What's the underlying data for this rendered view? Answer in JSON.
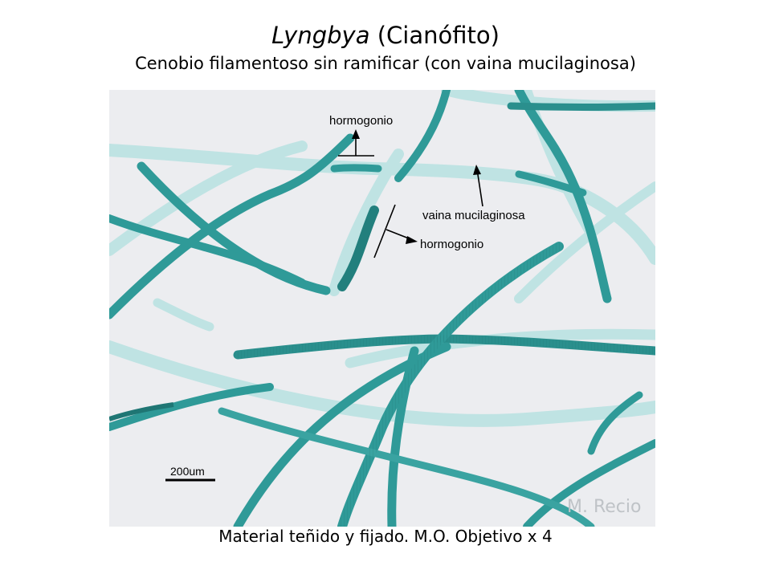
{
  "title": {
    "genus": "Lyngbya",
    "rest": " (Cianófito)"
  },
  "subtitle": "Cenobio filamentoso sin ramificar (con vaina mucilaginosa)",
  "micrograph": {
    "labels": {
      "hormogonio_top": "hormogonio",
      "vaina": "vaina mucilaginosa",
      "hormogonio_mid": "hormogonio"
    },
    "scale_bar": "200um",
    "credit": "M. Recio",
    "colors": {
      "background": "#ecedf0",
      "trichome": "#2f9a98",
      "trichome_dark": "#1f7674",
      "sheath": "#b9dfe0"
    }
  },
  "caption": "Material teñido y fijado. M.O. Objetivo x 4"
}
